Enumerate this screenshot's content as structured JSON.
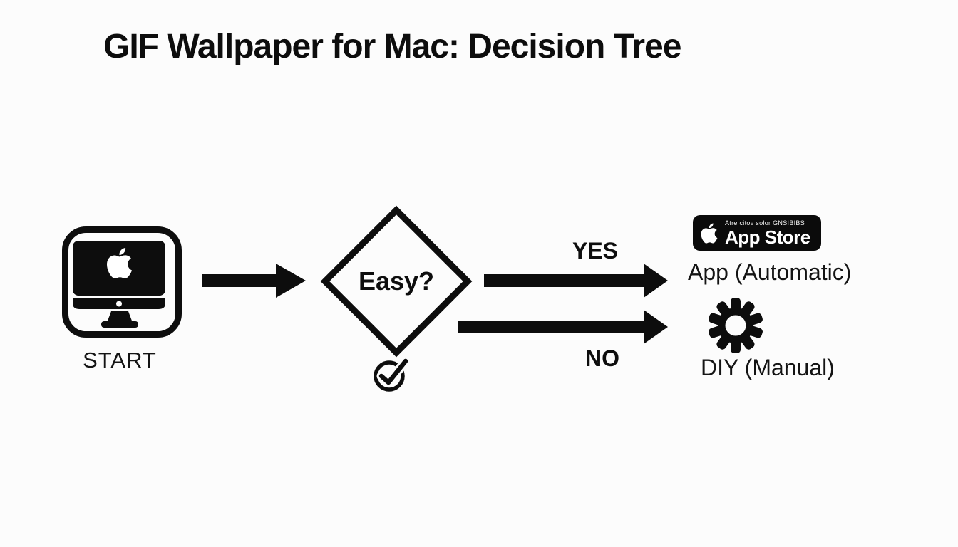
{
  "title": "GIF Wallpaper for Mac: Decision Tree",
  "colors": {
    "ink": "#0d0d0d",
    "background": "#fcfcfc",
    "badge_background": "#0b0b0b",
    "badge_text": "#ffffff"
  },
  "start_node": {
    "label": "START",
    "icon": "imac-apple-icon"
  },
  "decision_node": {
    "question": "Easy?",
    "icon": "check-circle-icon"
  },
  "yes_branch": {
    "label": "YES",
    "outcome": "App (Automatic)",
    "app_store_badge": {
      "small_text": "Atre citov solor GNSIBIBS",
      "main_text": "App Store",
      "icon": "apple-icon"
    }
  },
  "no_branch": {
    "label": "NO",
    "outcome": "DIY (Manual)",
    "icon": "gear-icon"
  }
}
